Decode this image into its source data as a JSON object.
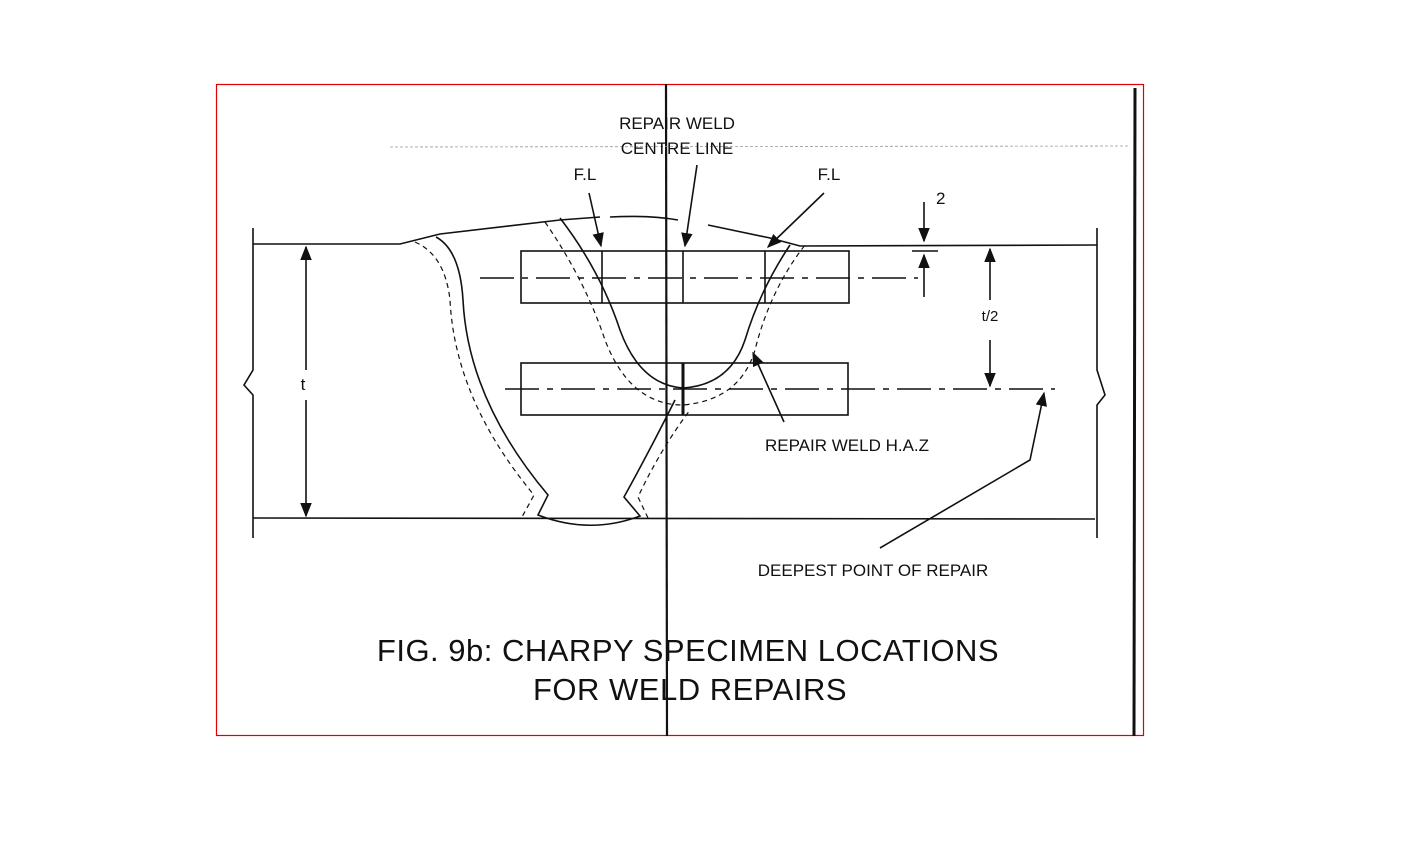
{
  "figure": {
    "title_line1": "FIG. 9b: CHARPY SPECIMEN LOCATIONS",
    "title_line2": "FOR WELD REPAIRS"
  },
  "labels": {
    "repair_weld": "REPAIR WELD",
    "centre_line": "CENTRE LINE",
    "fl_left": "F.L",
    "fl_right": "F.L",
    "offset_2": "2",
    "half_thickness": "t/2",
    "thickness": "t",
    "haz": "REPAIR WELD H.A.Z",
    "deepest_point": "DEEPEST POINT OF REPAIR"
  },
  "colors": {
    "frame": "#e00000",
    "ink": "#111111"
  }
}
